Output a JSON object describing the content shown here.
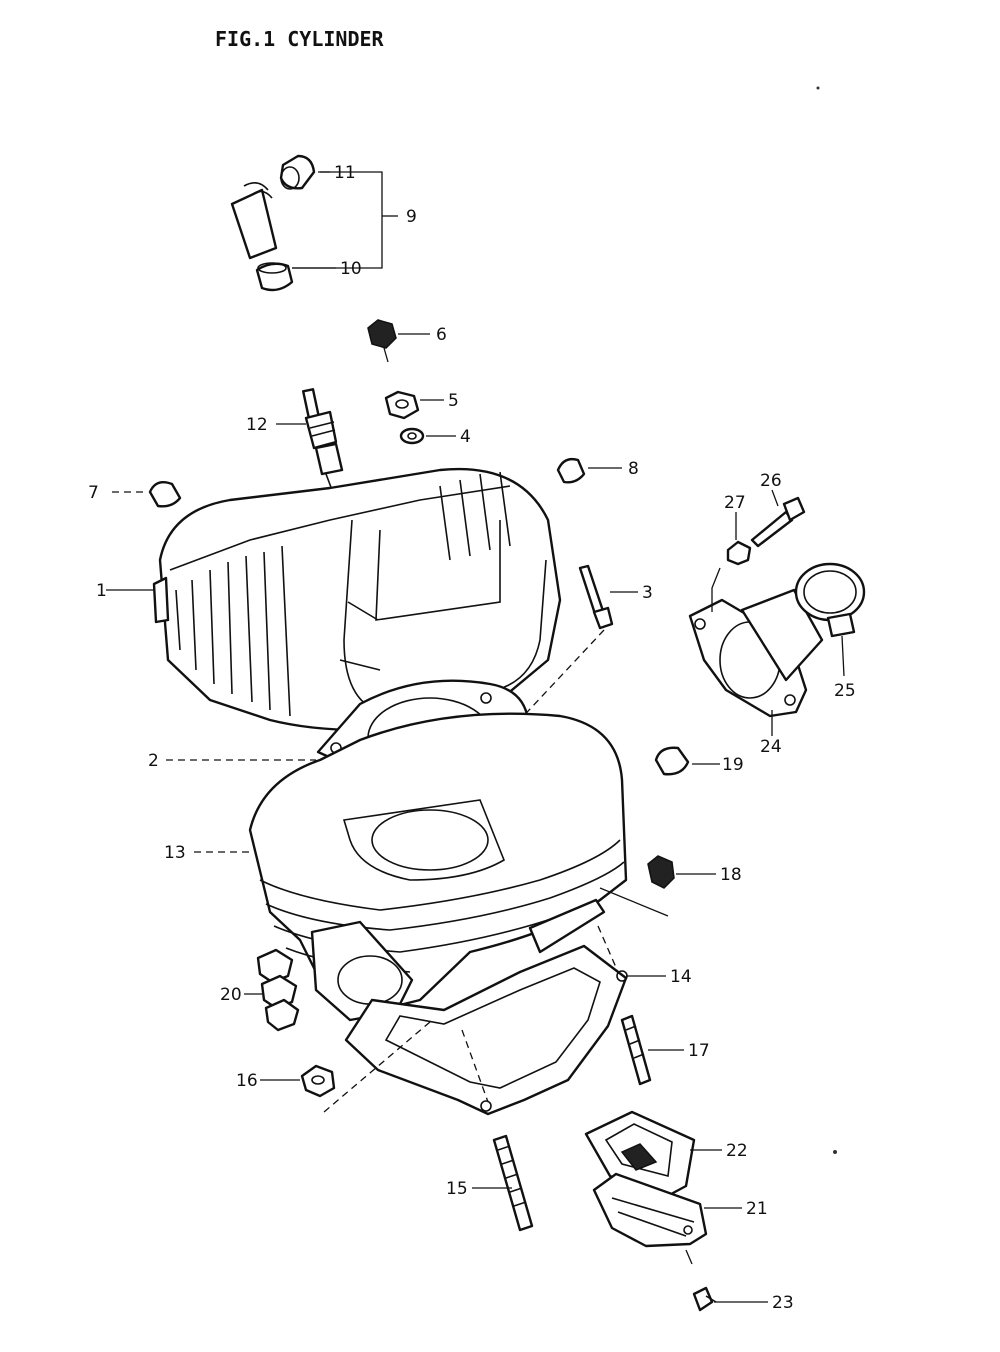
{
  "figure": {
    "title": "FIG.1  CYLINDER"
  },
  "callouts": {
    "c1": "1",
    "c2": "2",
    "c3": "3",
    "c4": "4",
    "c5": "5",
    "c6": "6",
    "c7": "7",
    "c8": "8",
    "c9": "9",
    "c10": "10",
    "c11": "11",
    "c12": "12",
    "c13": "13",
    "c14": "14",
    "c15": "15",
    "c16": "16",
    "c17": "17",
    "c18": "18",
    "c19": "19",
    "c20": "20",
    "c21": "21",
    "c22": "22",
    "c23": "23",
    "c24": "24",
    "c25": "25",
    "c26": "26",
    "c27": "27"
  }
}
